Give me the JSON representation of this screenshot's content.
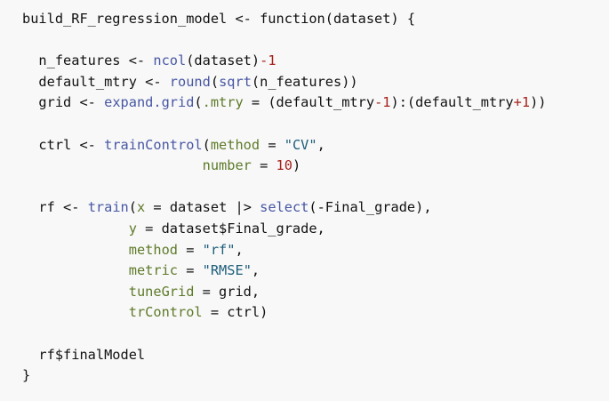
{
  "colors": {
    "background": "#f8f8f8",
    "default": "#111111",
    "function": "#4757a3",
    "argument": "#5e7a29",
    "number": "#a5221c",
    "string": "#1d5e7a"
  },
  "code": {
    "lines": [
      [
        {
          "t": "build_RF_regression_model <- ",
          "k": "default"
        },
        {
          "t": "function",
          "k": "default"
        },
        {
          "t": "(dataset) {",
          "k": "default"
        }
      ],
      [],
      [
        {
          "t": "  n_features <- ",
          "k": "default"
        },
        {
          "t": "ncol",
          "k": "function"
        },
        {
          "t": "(dataset)",
          "k": "default"
        },
        {
          "t": "-",
          "k": "number"
        },
        {
          "t": "1",
          "k": "number"
        }
      ],
      [
        {
          "t": "  default_mtry <- ",
          "k": "default"
        },
        {
          "t": "round",
          "k": "function"
        },
        {
          "t": "(",
          "k": "default"
        },
        {
          "t": "sqrt",
          "k": "function"
        },
        {
          "t": "(n_features))",
          "k": "default"
        }
      ],
      [
        {
          "t": "  grid <- ",
          "k": "default"
        },
        {
          "t": "expand.grid",
          "k": "function"
        },
        {
          "t": "(",
          "k": "default"
        },
        {
          "t": ".mtry",
          "k": "argument"
        },
        {
          "t": " = (default_mtry",
          "k": "default"
        },
        {
          "t": "-1",
          "k": "number"
        },
        {
          "t": "):(default_mtry",
          "k": "default"
        },
        {
          "t": "+1",
          "k": "number"
        },
        {
          "t": "))",
          "k": "default"
        }
      ],
      [],
      [
        {
          "t": "  ctrl <- ",
          "k": "default"
        },
        {
          "t": "trainControl",
          "k": "function"
        },
        {
          "t": "(",
          "k": "default"
        },
        {
          "t": "method",
          "k": "argument"
        },
        {
          "t": " = ",
          "k": "default"
        },
        {
          "t": "\"CV\"",
          "k": "string"
        },
        {
          "t": ",",
          "k": "default"
        }
      ],
      [
        {
          "t": "                      ",
          "k": "default"
        },
        {
          "t": "number",
          "k": "argument"
        },
        {
          "t": " = ",
          "k": "default"
        },
        {
          "t": "10",
          "k": "number"
        },
        {
          "t": ")",
          "k": "default"
        }
      ],
      [],
      [
        {
          "t": "  rf <- ",
          "k": "default"
        },
        {
          "t": "train",
          "k": "function"
        },
        {
          "t": "(",
          "k": "default"
        },
        {
          "t": "x",
          "k": "argument"
        },
        {
          "t": " = dataset |> ",
          "k": "default"
        },
        {
          "t": "select",
          "k": "function"
        },
        {
          "t": "(-Final_grade),",
          "k": "default"
        }
      ],
      [
        {
          "t": "             ",
          "k": "default"
        },
        {
          "t": "y",
          "k": "argument"
        },
        {
          "t": " = dataset$Final_grade,",
          "k": "default"
        }
      ],
      [
        {
          "t": "             ",
          "k": "default"
        },
        {
          "t": "method",
          "k": "argument"
        },
        {
          "t": " = ",
          "k": "default"
        },
        {
          "t": "\"rf\"",
          "k": "string"
        },
        {
          "t": ",",
          "k": "default"
        }
      ],
      [
        {
          "t": "             ",
          "k": "default"
        },
        {
          "t": "metric",
          "k": "argument"
        },
        {
          "t": " = ",
          "k": "default"
        },
        {
          "t": "\"RMSE\"",
          "k": "string"
        },
        {
          "t": ",",
          "k": "default"
        }
      ],
      [
        {
          "t": "             ",
          "k": "default"
        },
        {
          "t": "tuneGrid",
          "k": "argument"
        },
        {
          "t": " = grid,",
          "k": "default"
        }
      ],
      [
        {
          "t": "             ",
          "k": "default"
        },
        {
          "t": "trControl",
          "k": "argument"
        },
        {
          "t": " = ctrl)",
          "k": "default"
        }
      ],
      [],
      [
        {
          "t": "  rf$finalModel",
          "k": "default"
        }
      ],
      [
        {
          "t": "}",
          "k": "default"
        }
      ]
    ]
  }
}
